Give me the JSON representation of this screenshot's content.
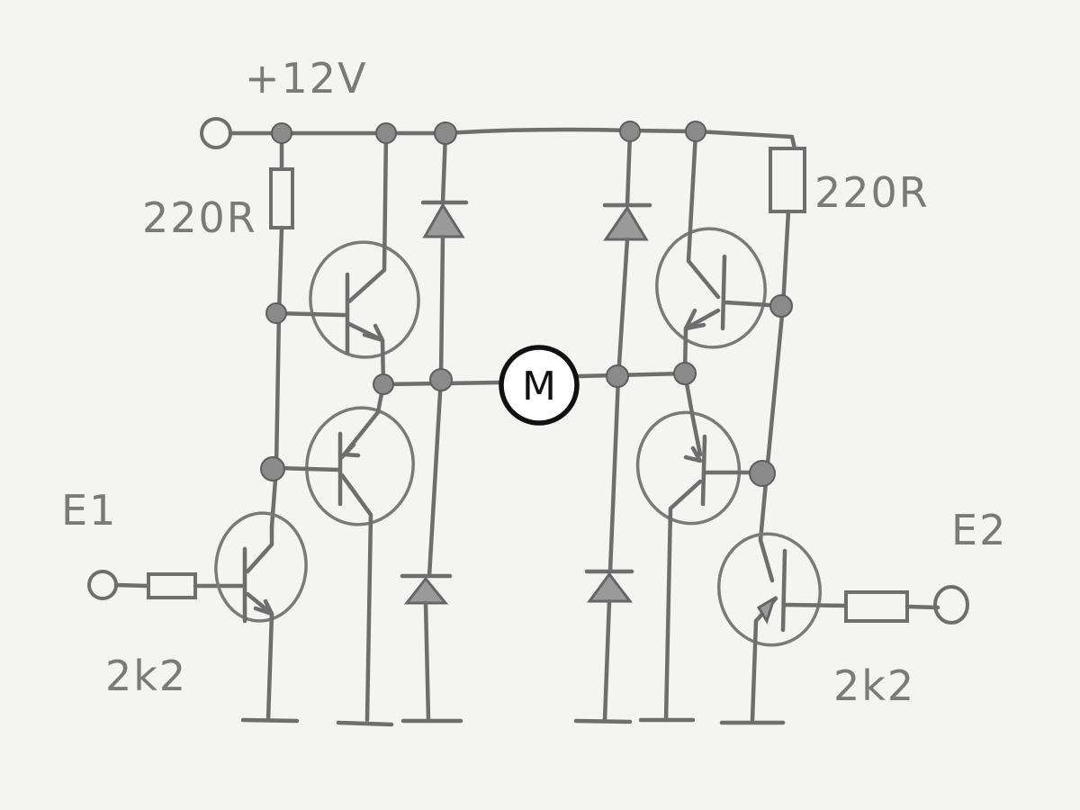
{
  "labels": {
    "supply": "+12V",
    "resistor_left": "220R",
    "resistor_right": "220R",
    "input_left": "E1",
    "input_right": "E2",
    "base_resistor_left": "2k2",
    "base_resistor_right": "2k2",
    "motor": "M"
  },
  "colors": {
    "paper": "#f4f4f2",
    "pencil": "#6e6e6e",
    "motor_ink": "#111111"
  }
}
